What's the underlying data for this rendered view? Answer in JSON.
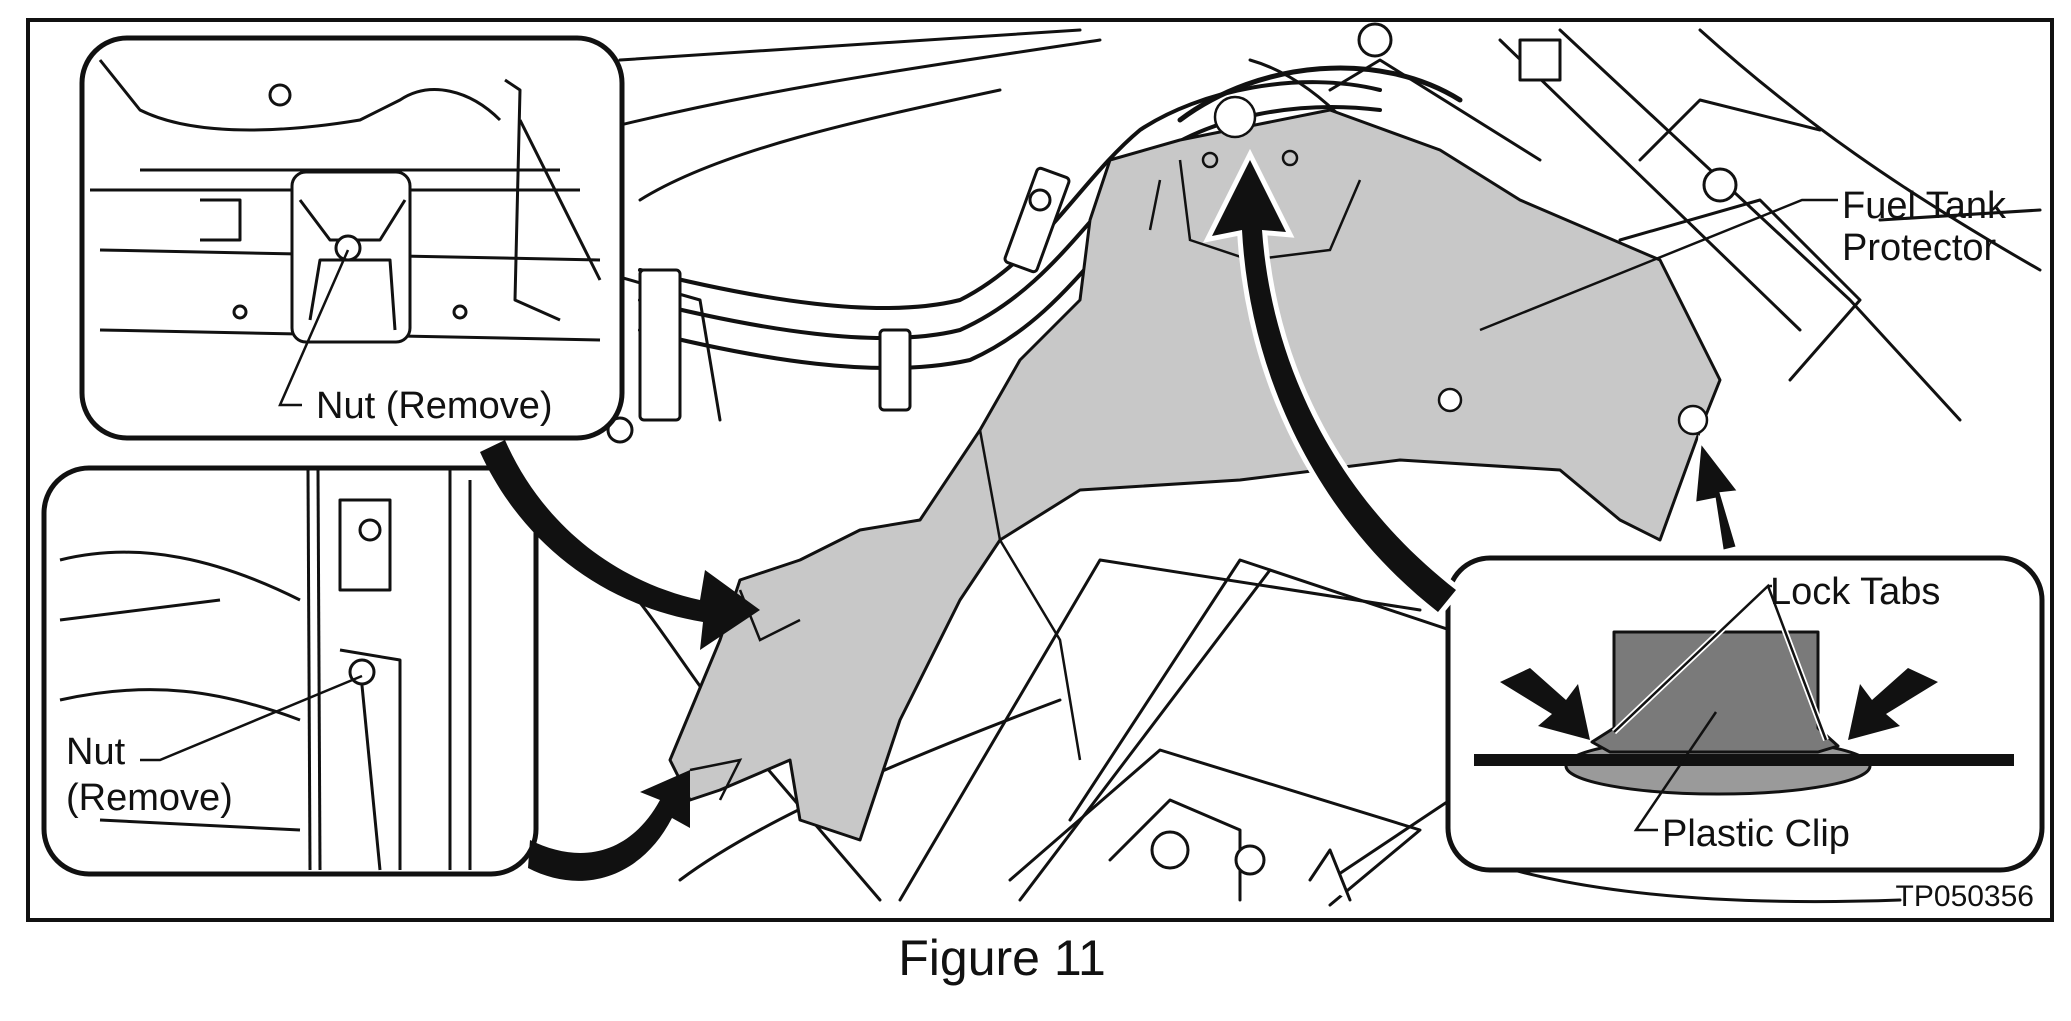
{
  "labels": {
    "fuel_tank_protector_line1": "Fuel Tank",
    "fuel_tank_protector_line2": "Protector",
    "nut_remove_upper": "Nut (Remove)",
    "nut_lower_line1": "Nut",
    "nut_lower_line2": "(Remove)",
    "lock_tabs": "Lock Tabs",
    "plastic_clip": "Plastic Clip"
  },
  "figure_code": "TP050356",
  "caption": "Figure 11",
  "colors": {
    "ink": "#111111",
    "protector_fill": "#c8c8c8",
    "clip_fill": "#7a7a7a",
    "clip_base_fill": "#9a9a9a",
    "paper": "#ffffff"
  }
}
